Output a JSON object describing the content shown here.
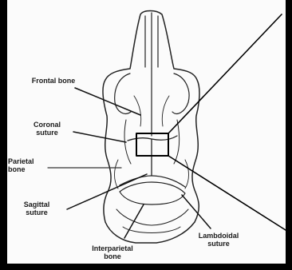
{
  "labels": {
    "frontal_bone": "Frontal bone",
    "coronal_suture": "Coronal\nsuture",
    "parietal_bone": "Parietal\nbone",
    "sagittal_suture": "Sagittal\nsuture",
    "interparietal_bone": "Interparietal\nbone",
    "lambdoidal_suture": "Lambdoidal\nsuture"
  },
  "colors": {
    "background": "#000000",
    "panel": "#fbfbfb",
    "ink": "#1a1a1a"
  }
}
